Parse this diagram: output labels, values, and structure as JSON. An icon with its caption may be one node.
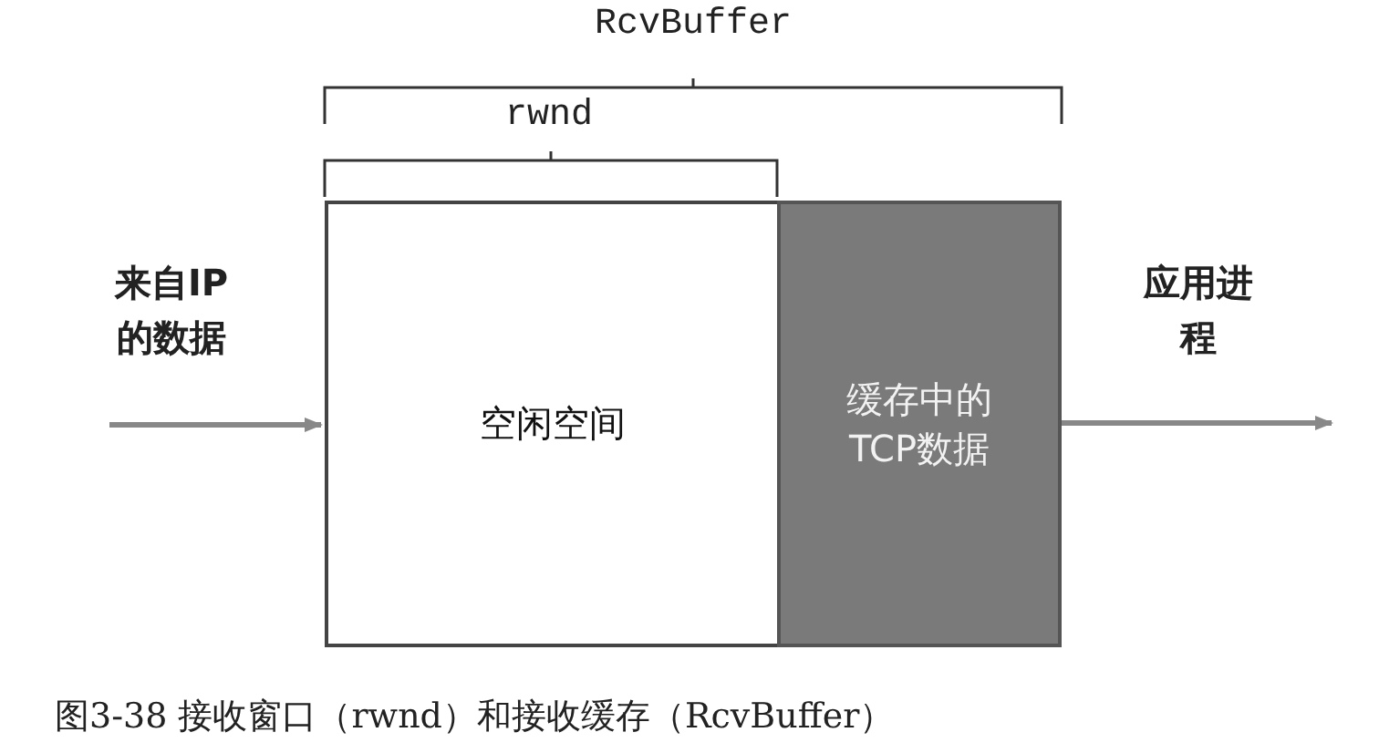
{
  "diagram": {
    "caption": "图3-38 接收窗口（rwnd）和接收缓存（RcvBuffer）",
    "nodes": [
      {
        "text": [
          "空闲空间"
        ]
      },
      {
        "text": [
          "缓存中的TCP数据"
        ]
      }
    ],
    "edges": [
      {
        "from": null,
        "to": 0,
        "arrow": "to",
        "label": "来自IP的数据"
      },
      {
        "from": 1,
        "to": null,
        "arrow": "to",
        "label": "应用进程"
      }
    ],
    "labels": [
      "RcvBuffer",
      "rwnd"
    ]
  }
}
